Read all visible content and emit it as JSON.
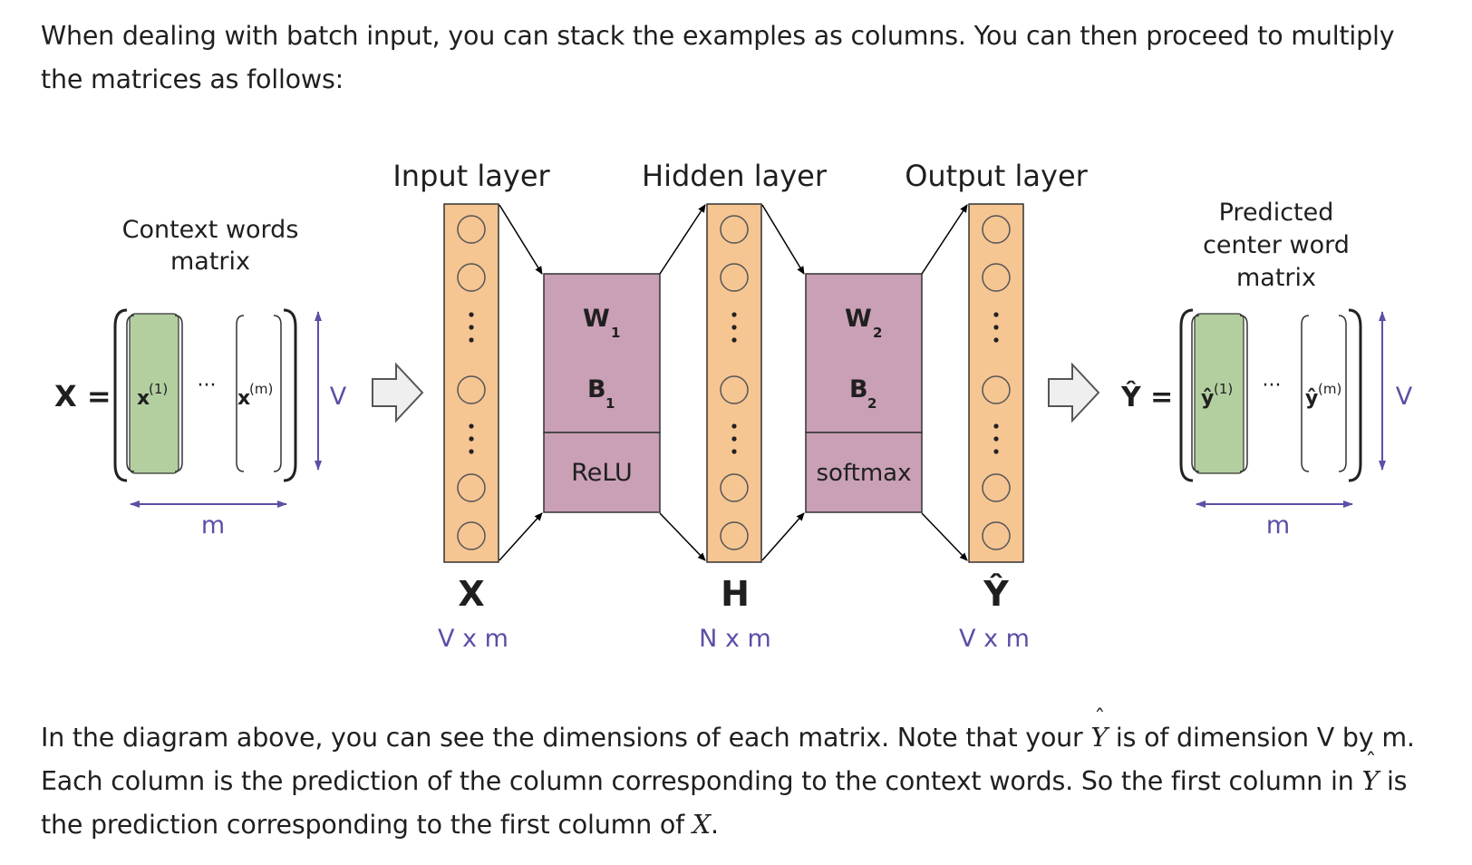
{
  "intro_text": "When dealing with batch input, you can stack the examples as columns. You can then proceed to multiply the matrices as follows:",
  "diagram": {
    "context_title_1": "Context words",
    "context_title_2": "matrix",
    "x_eq": "X =",
    "x_col_first": "x",
    "x_col_first_sup": "(1)",
    "x_col_last": "x",
    "x_col_last_sup": "(m)",
    "dots": "···",
    "dim_V": "V",
    "dim_m": "m",
    "input_layer": "Input layer",
    "hidden_layer": "Hidden layer",
    "output_layer": "Output layer",
    "w1": "W",
    "w1_sub": "1",
    "b1": "B",
    "b1_sub": "1",
    "relu": "ReLU",
    "w2": "W",
    "w2_sub": "2",
    "b2": "B",
    "b2_sub": "2",
    "softmax": "softmax",
    "x_label": "X",
    "x_dims": "V x m",
    "h_label": "H",
    "h_dims": "N x m",
    "yhat_label": "Ŷ",
    "yhat_dims": "V x m",
    "pred_title_1": "Predicted",
    "pred_title_2": "center word",
    "pred_title_3": "matrix",
    "y_eq": "Ŷ =",
    "y_col_first": "ŷ",
    "y_col_first_sup": "(1)",
    "y_col_last": "ŷ",
    "y_col_last_sup": "(m)"
  },
  "explain": {
    "part1": "In the diagram above, you can see the dimensions of each matrix. Note that your ",
    "sym_y": "Y",
    "part2": " is of dimension V by m. Each column is the prediction of the column corresponding to the context words.  So the first column in ",
    "part3": " is the prediction corresponding to the first column of ",
    "sym_x": "X",
    "part4": "."
  },
  "colors": {
    "layer_fill": "#f5c592",
    "weight_fill": "#c9a0b5",
    "column_green": "#b3cfa0",
    "dimension_text": "#5b4fa6"
  }
}
